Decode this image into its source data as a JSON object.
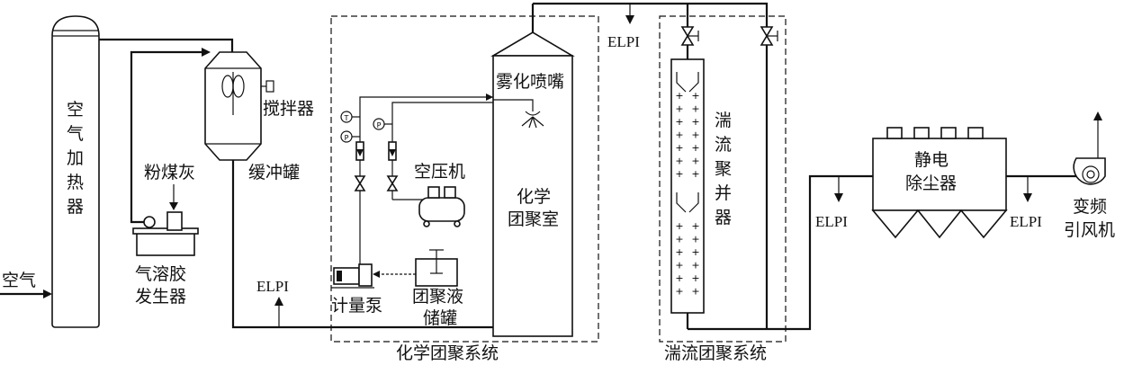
{
  "labels": {
    "air_heater": [
      "空",
      "气",
      "加",
      "热",
      "器"
    ],
    "air": "空气",
    "fly_ash": "粉煤灰",
    "aerosol_gen_l1": "气溶胶",
    "aerosol_gen_l2": "发生器",
    "stirrer": "搅拌器",
    "buffer_tank": "缓冲罐",
    "elpi_1": "ELPI",
    "atomizing_nozzle": "雾化喷嘴",
    "air_compressor": "空压机",
    "chem_chamber_l1": "化学",
    "chem_chamber_l2": "团聚室",
    "metering_pump": "计量泵",
    "agglom_liquid_l1": "团聚液",
    "agglom_liquid_l2": "储罐",
    "chem_system": "化学团聚系统",
    "elpi_2": "ELPI",
    "turb_agglomerator": [
      "湍",
      "流",
      "聚",
      "并",
      "器"
    ],
    "turb_system": "湍流团聚系统",
    "esp_l1": "静电",
    "esp_l2": "除尘器",
    "elpi_3": "ELPI",
    "elpi_4": "ELPI",
    "fan_l1": "变频",
    "fan_l2": "引风机",
    "gauge_t": "T",
    "gauge_p1": "P",
    "gauge_p2": "P"
  }
}
